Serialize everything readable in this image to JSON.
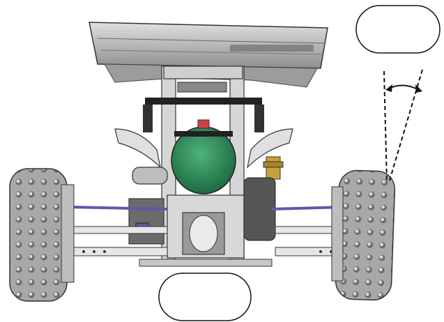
{
  "figure": {
    "description_kind": "rc-buggy-rear-view-camber-diagram",
    "callouts": [
      {
        "id": "top-right",
        "text": ""
      },
      {
        "id": "bottom-center",
        "text": ""
      }
    ],
    "colors": {
      "outline": "#222222",
      "tire": "#9a9a9a",
      "tire_dark": "#5a5a5a",
      "wing": "#b9b9b9",
      "frame": "#cfcfcf",
      "motor_green": "#2f8f5a",
      "motor_green_dark": "#1e6b42",
      "gold": "#c9a13a",
      "blue_link": "#5a5aa8",
      "red_cap": "#d04040"
    }
  }
}
